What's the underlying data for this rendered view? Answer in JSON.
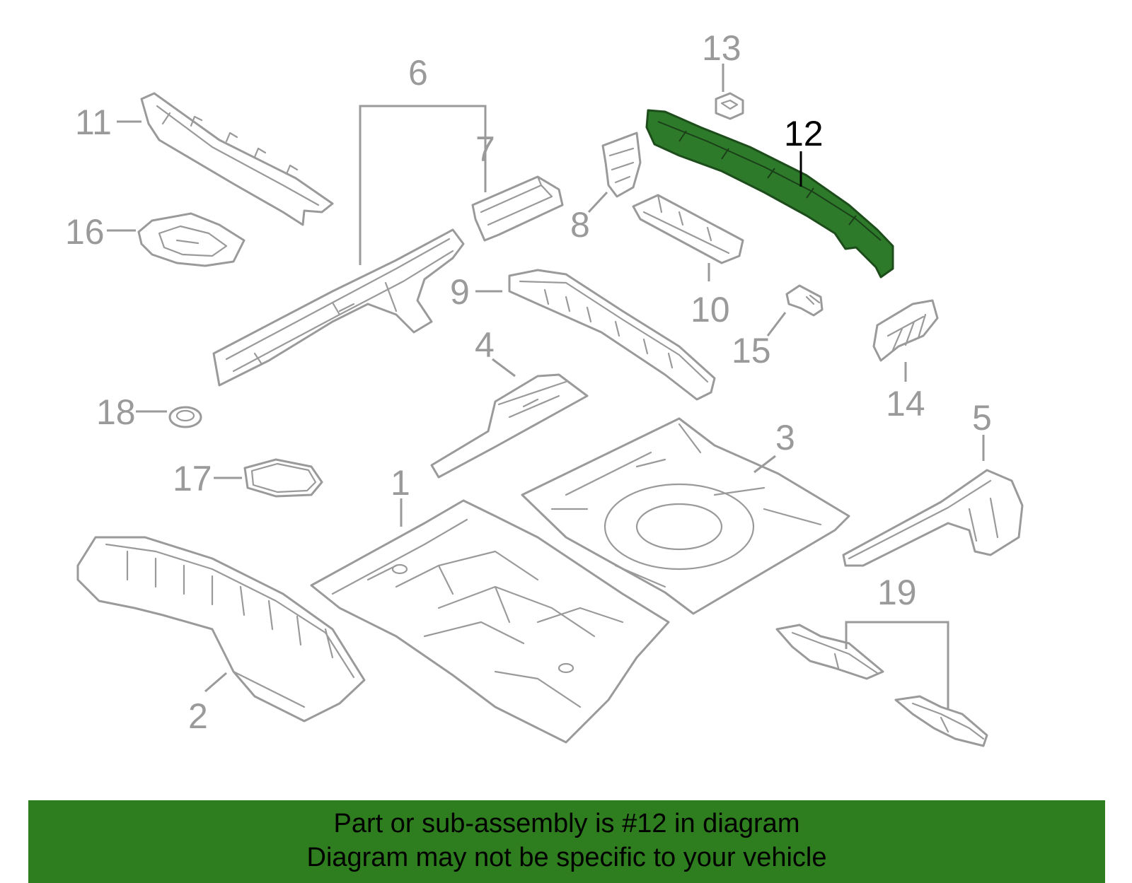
{
  "diagram": {
    "highlighted_part": "12",
    "callouts": [
      "1",
      "2",
      "3",
      "4",
      "5",
      "6",
      "7",
      "8",
      "9",
      "10",
      "11",
      "12",
      "13",
      "14",
      "15",
      "16",
      "17",
      "18",
      "19"
    ],
    "colors": {
      "line": "#9a9a9a",
      "highlight": "#2d7a2a",
      "banner": "#2e7d1e"
    }
  },
  "banner": {
    "line1": "Part or sub-assembly is #12 in diagram",
    "line2": "Diagram may not be specific to your vehicle"
  }
}
